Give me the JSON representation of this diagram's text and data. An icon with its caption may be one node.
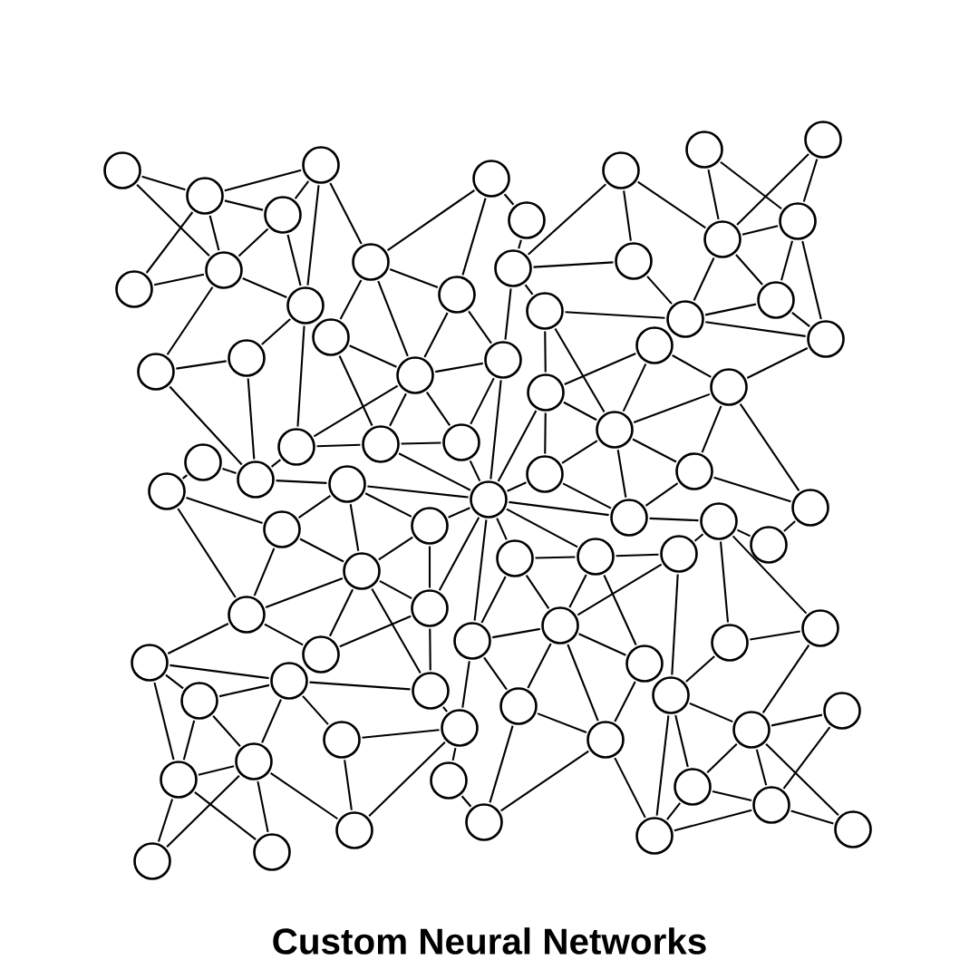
{
  "diagram": {
    "title": "Custom Neural Networks",
    "nodes": [
      {
        "text": [],
        "shape": "circle"
      },
      {
        "text": [],
        "shape": "circle"
      },
      {
        "text": [],
        "shape": "circle"
      },
      {
        "text": [],
        "shape": "circle"
      },
      {
        "text": [],
        "shape": "circle"
      },
      {
        "text": [],
        "shape": "circle"
      },
      {
        "text": [],
        "shape": "circle"
      },
      {
        "text": [],
        "shape": "circle"
      },
      {
        "text": [],
        "shape": "circle"
      },
      {
        "text": [],
        "shape": "circle"
      },
      {
        "text": [],
        "shape": "circle"
      },
      {
        "text": [],
        "shape": "circle"
      },
      {
        "text": [],
        "shape": "circle"
      },
      {
        "text": [],
        "shape": "circle"
      },
      {
        "text": [],
        "shape": "circle"
      },
      {
        "text": [],
        "shape": "circle"
      },
      {
        "text": [],
        "shape": "circle"
      },
      {
        "text": [],
        "shape": "circle"
      },
      {
        "text": [],
        "shape": "circle"
      },
      {
        "text": [],
        "shape": "circle"
      },
      {
        "text": [],
        "shape": "circle"
      },
      {
        "text": [],
        "shape": "circle"
      },
      {
        "text": [],
        "shape": "circle"
      },
      {
        "text": [],
        "shape": "circle"
      },
      {
        "text": [],
        "shape": "circle"
      },
      {
        "text": [],
        "shape": "circle"
      },
      {
        "text": [],
        "shape": "circle"
      },
      {
        "text": [],
        "shape": "circle"
      },
      {
        "text": [],
        "shape": "circle"
      },
      {
        "text": [],
        "shape": "circle"
      },
      {
        "text": [],
        "shape": "circle"
      },
      {
        "text": [],
        "shape": "circle"
      },
      {
        "text": [],
        "shape": "circle"
      },
      {
        "text": [],
        "shape": "circle"
      },
      {
        "text": [],
        "shape": "circle"
      },
      {
        "text": [],
        "shape": "circle"
      },
      {
        "text": [],
        "shape": "circle"
      },
      {
        "text": [],
        "shape": "circle"
      },
      {
        "text": [],
        "shape": "circle"
      },
      {
        "text": [],
        "shape": "circle"
      },
      {
        "text": [],
        "shape": "circle"
      },
      {
        "text": [],
        "shape": "circle"
      },
      {
        "text": [],
        "shape": "circle"
      },
      {
        "text": [],
        "shape": "circle"
      },
      {
        "text": [],
        "shape": "circle"
      },
      {
        "text": [],
        "shape": "circle"
      },
      {
        "text": [],
        "shape": "circle"
      },
      {
        "text": [],
        "shape": "circle"
      },
      {
        "text": [],
        "shape": "circle"
      },
      {
        "text": [],
        "shape": "circle"
      },
      {
        "text": [],
        "shape": "circle"
      },
      {
        "text": [],
        "shape": "circle"
      },
      {
        "text": [],
        "shape": "circle"
      },
      {
        "text": [],
        "shape": "circle"
      },
      {
        "text": [],
        "shape": "circle"
      },
      {
        "text": [],
        "shape": "circle"
      },
      {
        "text": [],
        "shape": "circle"
      },
      {
        "text": [],
        "shape": "circle"
      },
      {
        "text": [],
        "shape": "circle"
      },
      {
        "text": [],
        "shape": "circle"
      },
      {
        "text": [],
        "shape": "circle"
      },
      {
        "text": [],
        "shape": "circle"
      },
      {
        "text": [],
        "shape": "circle"
      },
      {
        "text": [],
        "shape": "circle"
      },
      {
        "text": [],
        "shape": "circle"
      },
      {
        "text": [],
        "shape": "circle"
      },
      {
        "text": [],
        "shape": "circle"
      },
      {
        "text": [],
        "shape": "circle"
      },
      {
        "text": [],
        "shape": "circle"
      },
      {
        "text": [],
        "shape": "circle"
      },
      {
        "text": [],
        "shape": "circle"
      },
      {
        "text": [],
        "shape": "circle"
      },
      {
        "text": [],
        "shape": "circle"
      },
      {
        "text": [],
        "shape": "circle"
      },
      {
        "text": [],
        "shape": "circle"
      },
      {
        "text": [],
        "shape": "circle"
      },
      {
        "text": [],
        "shape": "circle"
      },
      {
        "text": [],
        "shape": "circle"
      },
      {
        "text": [],
        "shape": "circle"
      },
      {
        "text": [],
        "shape": "circle"
      },
      {
        "text": [],
        "shape": "circle"
      }
    ],
    "edges": [
      {
        "from": 0,
        "to": 1,
        "arrow": "none"
      },
      {
        "from": 0,
        "to": 4,
        "arrow": "none"
      },
      {
        "from": 1,
        "to": 2,
        "arrow": "none"
      },
      {
        "from": 1,
        "to": 3,
        "arrow": "none"
      },
      {
        "from": 1,
        "to": 5,
        "arrow": "none"
      },
      {
        "from": 1,
        "to": 4,
        "arrow": "none"
      },
      {
        "from": 3,
        "to": 2,
        "arrow": "none"
      },
      {
        "from": 3,
        "to": 4,
        "arrow": "none"
      },
      {
        "from": 3,
        "to": 6,
        "arrow": "none"
      },
      {
        "from": 2,
        "to": 6,
        "arrow": "none"
      },
      {
        "from": 2,
        "to": 9,
        "arrow": "none"
      },
      {
        "from": 4,
        "to": 5,
        "arrow": "none"
      },
      {
        "from": 4,
        "to": 6,
        "arrow": "none"
      },
      {
        "from": 4,
        "to": 23,
        "arrow": "none"
      },
      {
        "from": 6,
        "to": 24,
        "arrow": "none"
      },
      {
        "from": 6,
        "to": 31,
        "arrow": "none"
      },
      {
        "from": 23,
        "to": 24,
        "arrow": "none"
      },
      {
        "from": 23,
        "to": 35,
        "arrow": "none"
      },
      {
        "from": 24,
        "to": 35,
        "arrow": "none"
      },
      {
        "from": 9,
        "to": 7,
        "arrow": "none"
      },
      {
        "from": 9,
        "to": 10,
        "arrow": "none"
      },
      {
        "from": 9,
        "to": 22,
        "arrow": "none"
      },
      {
        "from": 9,
        "to": 25,
        "arrow": "none"
      },
      {
        "from": 7,
        "to": 10,
        "arrow": "none"
      },
      {
        "from": 10,
        "to": 25,
        "arrow": "none"
      },
      {
        "from": 10,
        "to": 26,
        "arrow": "none"
      },
      {
        "from": 25,
        "to": 26,
        "arrow": "none"
      },
      {
        "from": 22,
        "to": 25,
        "arrow": "none"
      },
      {
        "from": 22,
        "to": 32,
        "arrow": "none"
      },
      {
        "from": 25,
        "to": 31,
        "arrow": "none"
      },
      {
        "from": 25,
        "to": 32,
        "arrow": "none"
      },
      {
        "from": 25,
        "to": 33,
        "arrow": "none"
      },
      {
        "from": 26,
        "to": 33,
        "arrow": "none"
      },
      {
        "from": 26,
        "to": 38,
        "arrow": "none"
      },
      {
        "from": 31,
        "to": 32,
        "arrow": "none"
      },
      {
        "from": 32,
        "to": 33,
        "arrow": "none"
      },
      {
        "from": 32,
        "to": 38,
        "arrow": "none"
      },
      {
        "from": 33,
        "to": 38,
        "arrow": "none"
      },
      {
        "from": 31,
        "to": 35,
        "arrow": "none"
      },
      {
        "from": 34,
        "to": 35,
        "arrow": "none"
      },
      {
        "from": 35,
        "to": 37,
        "arrow": "none"
      },
      {
        "from": 37,
        "to": 38,
        "arrow": "none"
      },
      {
        "from": 37,
        "to": 45,
        "arrow": "none"
      },
      {
        "from": 37,
        "to": 46,
        "arrow": "none"
      },
      {
        "from": 7,
        "to": 8,
        "arrow": "none"
      },
      {
        "from": 8,
        "to": 11,
        "arrow": "none"
      },
      {
        "from": 11,
        "to": 12,
        "arrow": "none"
      },
      {
        "from": 11,
        "to": 17,
        "arrow": "none"
      },
      {
        "from": 11,
        "to": 18,
        "arrow": "none"
      },
      {
        "from": 11,
        "to": 26,
        "arrow": "none"
      },
      {
        "from": 12,
        "to": 17,
        "arrow": "none"
      },
      {
        "from": 12,
        "to": 16,
        "arrow": "none"
      },
      {
        "from": 13,
        "to": 16,
        "arrow": "none"
      },
      {
        "from": 13,
        "to": 15,
        "arrow": "none"
      },
      {
        "from": 14,
        "to": 16,
        "arrow": "none"
      },
      {
        "from": 14,
        "to": 15,
        "arrow": "none"
      },
      {
        "from": 16,
        "to": 15,
        "arrow": "none"
      },
      {
        "from": 16,
        "to": 19,
        "arrow": "none"
      },
      {
        "from": 16,
        "to": 20,
        "arrow": "none"
      },
      {
        "from": 15,
        "to": 20,
        "arrow": "none"
      },
      {
        "from": 15,
        "to": 21,
        "arrow": "none"
      },
      {
        "from": 17,
        "to": 19,
        "arrow": "none"
      },
      {
        "from": 18,
        "to": 19,
        "arrow": "none"
      },
      {
        "from": 19,
        "to": 20,
        "arrow": "none"
      },
      {
        "from": 20,
        "to": 21,
        "arrow": "none"
      },
      {
        "from": 19,
        "to": 21,
        "arrow": "none"
      },
      {
        "from": 18,
        "to": 29,
        "arrow": "none"
      },
      {
        "from": 18,
        "to": 30,
        "arrow": "none"
      },
      {
        "from": 29,
        "to": 27,
        "arrow": "none"
      },
      {
        "from": 27,
        "to": 30,
        "arrow": "none"
      },
      {
        "from": 27,
        "to": 28,
        "arrow": "none"
      },
      {
        "from": 28,
        "to": 21,
        "arrow": "none"
      },
      {
        "from": 30,
        "to": 28,
        "arrow": "none"
      },
      {
        "from": 29,
        "to": 39,
        "arrow": "none"
      },
      {
        "from": 29,
        "to": 38,
        "arrow": "none"
      },
      {
        "from": 29,
        "to": 30,
        "arrow": "none"
      },
      {
        "from": 30,
        "to": 39,
        "arrow": "none"
      },
      {
        "from": 30,
        "to": 40,
        "arrow": "none"
      },
      {
        "from": 30,
        "to": 42,
        "arrow": "none"
      },
      {
        "from": 28,
        "to": 40,
        "arrow": "none"
      },
      {
        "from": 28,
        "to": 41,
        "arrow": "none"
      },
      {
        "from": 40,
        "to": 41,
        "arrow": "none"
      },
      {
        "from": 39,
        "to": 38,
        "arrow": "none"
      },
      {
        "from": 39,
        "to": 42,
        "arrow": "none"
      },
      {
        "from": 40,
        "to": 42,
        "arrow": "none"
      },
      {
        "from": 38,
        "to": 42,
        "arrow": "none"
      },
      {
        "from": 38,
        "to": 48,
        "arrow": "none"
      },
      {
        "from": 38,
        "to": 49,
        "arrow": "none"
      },
      {
        "from": 38,
        "to": 55,
        "arrow": "none"
      },
      {
        "from": 38,
        "to": 52,
        "arrow": "none"
      },
      {
        "from": 46,
        "to": 38,
        "arrow": "none"
      },
      {
        "from": 48,
        "to": 49,
        "arrow": "none"
      },
      {
        "from": 49,
        "to": 50,
        "arrow": "none"
      },
      {
        "from": 50,
        "to": 43,
        "arrow": "none"
      },
      {
        "from": 42,
        "to": 43,
        "arrow": "none"
      },
      {
        "from": 43,
        "to": 44,
        "arrow": "none"
      },
      {
        "from": 44,
        "to": 41,
        "arrow": "none"
      },
      {
        "from": 48,
        "to": 55,
        "arrow": "none"
      },
      {
        "from": 48,
        "to": 53,
        "arrow": "none"
      },
      {
        "from": 49,
        "to": 53,
        "arrow": "none"
      },
      {
        "from": 49,
        "to": 58,
        "arrow": "none"
      },
      {
        "from": 50,
        "to": 53,
        "arrow": "none"
      },
      {
        "from": 50,
        "to": 63,
        "arrow": "none"
      },
      {
        "from": 43,
        "to": 56,
        "arrow": "none"
      },
      {
        "from": 43,
        "to": 54,
        "arrow": "none"
      },
      {
        "from": 55,
        "to": 53,
        "arrow": "none"
      },
      {
        "from": 53,
        "to": 58,
        "arrow": "none"
      },
      {
        "from": 53,
        "to": 64,
        "arrow": "none"
      },
      {
        "from": 53,
        "to": 69,
        "arrow": "none"
      },
      {
        "from": 58,
        "to": 69,
        "arrow": "none"
      },
      {
        "from": 55,
        "to": 64,
        "arrow": "none"
      },
      {
        "from": 55,
        "to": 65,
        "arrow": "none"
      },
      {
        "from": 56,
        "to": 54,
        "arrow": "none"
      },
      {
        "from": 56,
        "to": 63,
        "arrow": "none"
      },
      {
        "from": 54,
        "to": 68,
        "arrow": "none"
      },
      {
        "from": 63,
        "to": 68,
        "arrow": "none"
      },
      {
        "from": 64,
        "to": 69,
        "arrow": "none"
      },
      {
        "from": 64,
        "to": 74,
        "arrow": "none"
      },
      {
        "from": 69,
        "to": 74,
        "arrow": "none"
      },
      {
        "from": 69,
        "to": 77,
        "arrow": "none"
      },
      {
        "from": 63,
        "to": 77,
        "arrow": "none"
      },
      {
        "from": 63,
        "to": 73,
        "arrow": "none"
      },
      {
        "from": 73,
        "to": 77,
        "arrow": "none"
      },
      {
        "from": 68,
        "to": 73,
        "arrow": "none"
      },
      {
        "from": 68,
        "to": 66,
        "arrow": "none"
      },
      {
        "from": 68,
        "to": 76,
        "arrow": "none"
      },
      {
        "from": 68,
        "to": 78,
        "arrow": "none"
      },
      {
        "from": 66,
        "to": 76,
        "arrow": "none"
      },
      {
        "from": 73,
        "to": 76,
        "arrow": "none"
      },
      {
        "from": 76,
        "to": 77,
        "arrow": "none"
      },
      {
        "from": 76,
        "to": 78,
        "arrow": "none"
      },
      {
        "from": 65,
        "to": 72,
        "arrow": "none"
      },
      {
        "from": 72,
        "to": 74,
        "arrow": "none"
      },
      {
        "from": 61,
        "to": 65,
        "arrow": "none"
      },
      {
        "from": 65,
        "to": 75,
        "arrow": "none"
      },
      {
        "from": 65,
        "to": 67,
        "arrow": "none"
      },
      {
        "from": 67,
        "to": 75,
        "arrow": "none"
      },
      {
        "from": 47,
        "to": 46,
        "arrow": "none"
      },
      {
        "from": 45,
        "to": 47,
        "arrow": "none"
      },
      {
        "from": 37,
        "to": 47,
        "arrow": "none"
      },
      {
        "from": 51,
        "to": 47,
        "arrow": "none"
      },
      {
        "from": 57,
        "to": 47,
        "arrow": "none"
      },
      {
        "from": 47,
        "to": 61,
        "arrow": "none"
      },
      {
        "from": 47,
        "to": 52,
        "arrow": "none"
      },
      {
        "from": 52,
        "to": 61,
        "arrow": "none"
      },
      {
        "from": 46,
        "to": 52,
        "arrow": "none"
      },
      {
        "from": 57,
        "to": 52,
        "arrow": "none"
      },
      {
        "from": 51,
        "to": 57,
        "arrow": "none"
      },
      {
        "from": 51,
        "to": 59,
        "arrow": "none"
      },
      {
        "from": 51,
        "to": 45,
        "arrow": "none"
      },
      {
        "from": 51,
        "to": 36,
        "arrow": "none"
      },
      {
        "from": 36,
        "to": 45,
        "arrow": "none"
      },
      {
        "from": 36,
        "to": 34,
        "arrow": "none"
      },
      {
        "from": 59,
        "to": 60,
        "arrow": "none"
      },
      {
        "from": 59,
        "to": 62,
        "arrow": "none"
      },
      {
        "from": 59,
        "to": 71,
        "arrow": "none"
      },
      {
        "from": 62,
        "to": 60,
        "arrow": "none"
      },
      {
        "from": 60,
        "to": 61,
        "arrow": "none"
      },
      {
        "from": 60,
        "to": 67,
        "arrow": "none"
      },
      {
        "from": 60,
        "to": 70,
        "arrow": "none"
      },
      {
        "from": 62,
        "to": 71,
        "arrow": "none"
      },
      {
        "from": 62,
        "to": 70,
        "arrow": "none"
      },
      {
        "from": 71,
        "to": 70,
        "arrow": "none"
      },
      {
        "from": 71,
        "to": 80,
        "arrow": "none"
      },
      {
        "from": 71,
        "to": 79,
        "arrow": "none"
      },
      {
        "from": 70,
        "to": 80,
        "arrow": "none"
      },
      {
        "from": 70,
        "to": 79,
        "arrow": "none"
      },
      {
        "from": 70,
        "to": 75,
        "arrow": "none"
      }
    ]
  }
}
